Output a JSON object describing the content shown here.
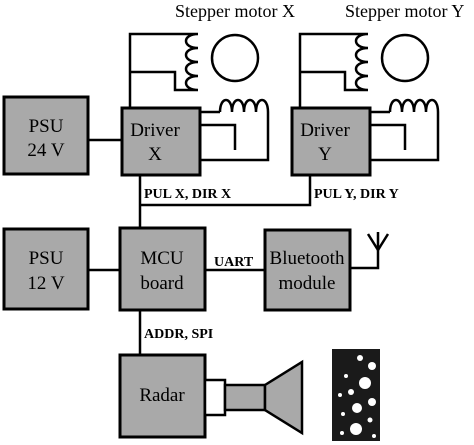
{
  "motors": {
    "x_title": "Stepper motor X",
    "y_title": "Stepper motor Y"
  },
  "blocks": {
    "psu24": {
      "line1": "PSU",
      "line2": "24 V"
    },
    "driver_x": {
      "line1": "Driver",
      "line2": "X"
    },
    "driver_y": {
      "line1": "Driver",
      "line2": "Y"
    },
    "psu12": {
      "line1": "PSU",
      "line2": "12 V"
    },
    "mcu": {
      "line1": "MCU",
      "line2": "board"
    },
    "bluetooth": {
      "line1": "Bluetooth",
      "line2": "module"
    },
    "radar": {
      "line1": "Radar"
    }
  },
  "signals": {
    "pul_x": "PUL X, DIR X",
    "pul_y": "PUL Y, DIR Y",
    "uart": "UART",
    "addr_spi": "ADDR, SPI"
  }
}
